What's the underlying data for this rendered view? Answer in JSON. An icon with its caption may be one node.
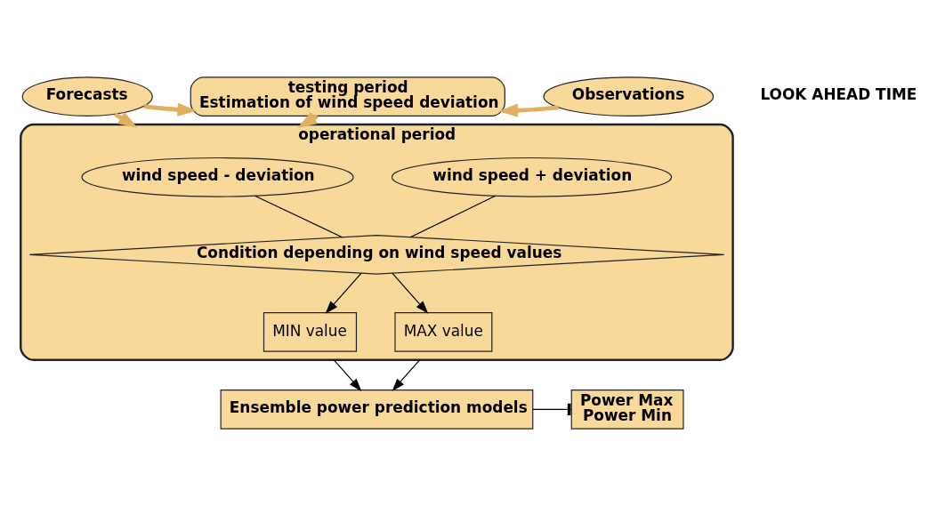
{
  "diagram": {
    "nodes": [
      {
        "text": [
          "testing period",
          "Estimation of wind speed deviation"
        ]
      },
      {
        "text": [
          "Forecasts"
        ]
      },
      {
        "text": [
          "Observations"
        ]
      },
      {
        "text": [
          "operational period"
        ]
      },
      {
        "text": [
          "wind speed - deviation"
        ],
        "in": 3
      },
      {
        "text": [
          "wind speed + deviation"
        ],
        "in": 3
      },
      {
        "text": [
          "Condition depending on wind speed values"
        ],
        "in": 3
      },
      {
        "text": [
          "MIN value"
        ],
        "in": 3
      },
      {
        "text": [
          "MAX value"
        ],
        "in": 3
      },
      {
        "text": [
          "Ensemble power prediction models"
        ]
      },
      {
        "text": [
          "Power Max",
          "Power Min"
        ]
      }
    ],
    "edges": [
      {
        "from": 1,
        "to": 0,
        "arrow": "to",
        "style": "thick",
        "color": "#e0b060"
      },
      {
        "from": 2,
        "to": 0,
        "arrow": "to",
        "style": "thick",
        "color": "#e0b060"
      },
      {
        "from": 0,
        "to": 3,
        "arrow": "to",
        "style": "thick",
        "color": "#e0b060"
      },
      {
        "from": 1,
        "to": 3,
        "arrow": "to",
        "style": "thick",
        "color": "#e0b060"
      },
      {
        "from": 4,
        "to": 6,
        "arrow": "none"
      },
      {
        "from": 5,
        "to": 6,
        "arrow": "none"
      },
      {
        "from": 6,
        "to": 7,
        "arrow": "to"
      },
      {
        "from": 6,
        "to": 8,
        "arrow": "to"
      },
      {
        "from": 3,
        "to": 9,
        "arrow": "to"
      },
      {
        "from": 3,
        "to": 9,
        "arrow": "to"
      },
      {
        "from": 9,
        "to": 10,
        "arrow": "other"
      }
    ],
    "labels": [
      "LOOK AHEAD TIME"
    ]
  }
}
